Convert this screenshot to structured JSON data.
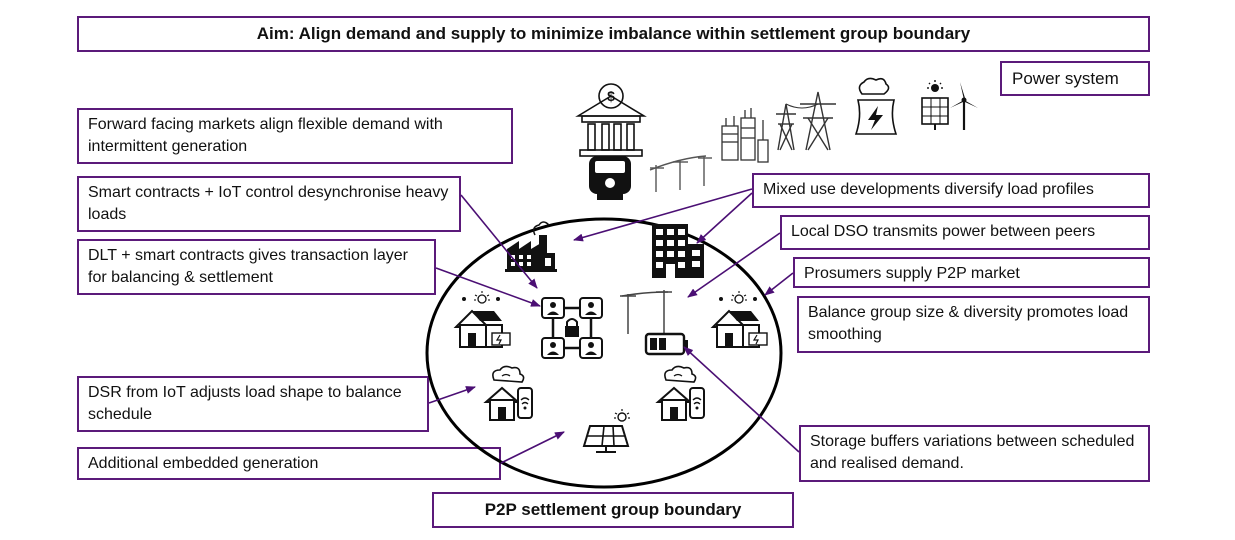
{
  "aim": "Aim: Align demand and supply to minimize imbalance within settlement group boundary",
  "power_system": "Power system",
  "boundary_label": "P2P settlement group boundary",
  "left_notes": [
    "Forward facing markets align flexible demand with intermittent generation",
    "Smart contracts + IoT control desynchronise heavy loads",
    "DLT + smart contracts gives transaction layer for balancing & settlement",
    "DSR from IoT adjusts load shape to balance schedule",
    "Additional embedded generation"
  ],
  "right_notes": [
    "Mixed use developments diversify load profiles",
    "Local DSO transmits power between peers",
    "Prosumers supply P2P market",
    "Balance group size & diversity promotes load smoothing",
    "Storage buffers variations between scheduled and realised demand."
  ],
  "colors": {
    "accent": "#5b1a7a",
    "arrow": "#4b0f74",
    "ink": "#111111"
  },
  "icons": [
    "bank-icon",
    "smart-meter-icon",
    "substation-icon",
    "pylon-icon",
    "power-plant-icon",
    "solar-wind-icon",
    "power-line-icon",
    "factory-icon",
    "building-icon",
    "house-solar-icon",
    "blockchain-icon",
    "battery-icon",
    "smart-home-icon",
    "solar-panel-icon"
  ]
}
